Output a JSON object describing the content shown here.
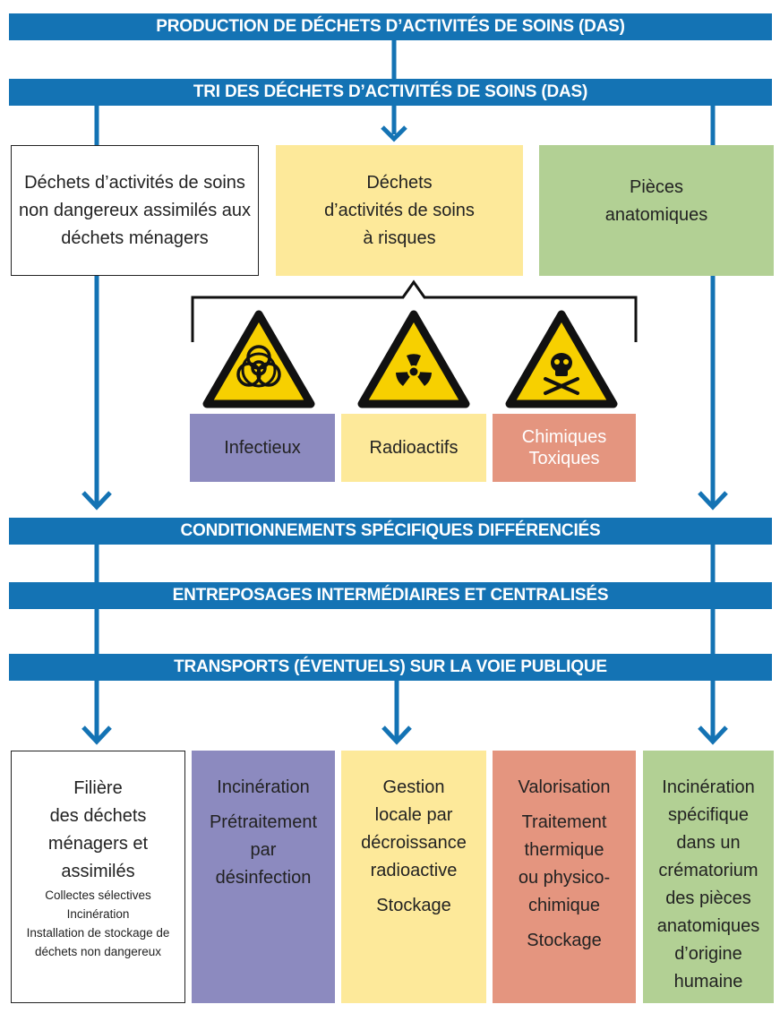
{
  "bands": {
    "production": "PRODUCTION DE DÉCHETS D’ACTIVITÉS DE SOINS (DAS)",
    "tri": "TRI DES DÉCHETS D’ACTIVITÉS DE SOINS (DAS)",
    "conditionnements": "CONDITIONNEMENTS SPÉCIFIQUES DIFFÉRENCIÉS",
    "entreposages": "ENTREPOSAGES INTERMÉDIAIRES ET CENTRALISÉS",
    "transports": "TRANSPORTS (ÉVENTUELS) SUR LA VOIE PUBLIQUE"
  },
  "categories": {
    "non_dangereux": [
      "Déchets d’activités de soins",
      "non dangereux assimilés aux",
      "déchets ménagers"
    ],
    "a_risques": [
      "Déchets",
      "d’activités de soins",
      "à risques"
    ],
    "pieces": [
      "Pièces",
      "anatomiques"
    ]
  },
  "risks": {
    "infectieux": "Infectieux",
    "radioactifs": "Radioactifs",
    "chimiques": [
      "Chimiques",
      "Toxiques"
    ]
  },
  "filieres": {
    "menagers": {
      "title": [
        "Filière",
        "des déchets",
        "ménagers et",
        "assimilés"
      ],
      "details": [
        "Collectes sélectives",
        "Incinération",
        "Installation de stockage de",
        "déchets non dangereux"
      ]
    },
    "infectieux": {
      "a": "Incinération",
      "b": [
        "Prétraitement",
        "par",
        "désinfection"
      ]
    },
    "radioactifs": {
      "a": [
        "Gestion",
        "locale par",
        "décroissance",
        "radioactive"
      ],
      "b": "Stockage"
    },
    "chimiques": {
      "a": "Valorisation",
      "b": [
        "Traitement",
        "thermique",
        "ou physico-",
        "chimique"
      ],
      "c": "Stockage"
    },
    "pieces": [
      "Incinération",
      "spécifique",
      "dans un",
      "crématorium",
      "des pièces",
      "anatomiques",
      "d’origine",
      "humaine"
    ]
  },
  "colors": {
    "band": "#1473b4",
    "yellow": "#fde99a",
    "green": "#b2d094",
    "purple": "#8c8abf",
    "salmon": "#e4957f",
    "warning": "#f7d000"
  },
  "icons": [
    "biohazard-icon",
    "radiation-icon",
    "skull-crossbones-icon"
  ]
}
